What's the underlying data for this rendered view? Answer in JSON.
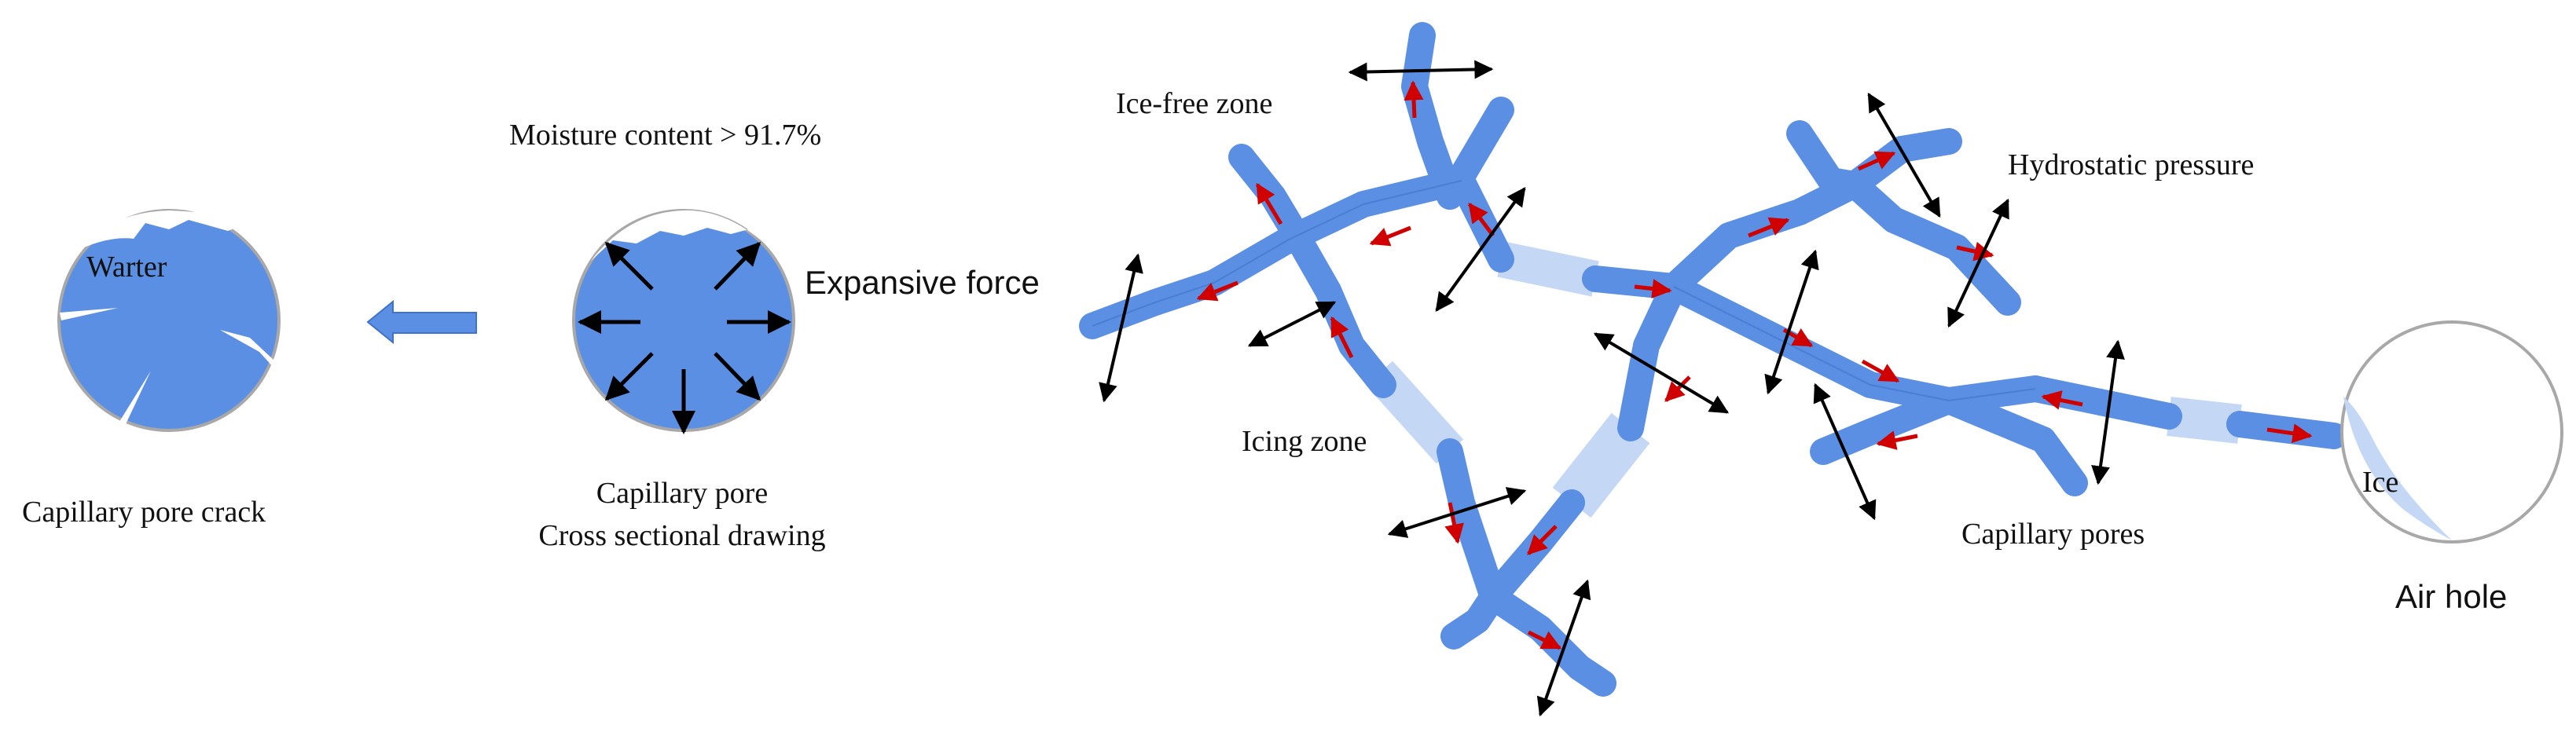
{
  "labels": {
    "water": "Warter",
    "capillary_pore_crack": "Capillary pore crack",
    "moisture_content": "Moisture content > 91.7%",
    "capillary_pore": "Capillary pore",
    "cross_sectional_drawing": "Cross sectional drawing",
    "expansive_force": "Expansive force",
    "ice_free_zone": "Ice-free zone",
    "icing_zone": "Icing zone",
    "hydrostatic_pressure": "Hydrostatic pressure",
    "capillary_pores": "Capillary pores",
    "ice": "Ice",
    "air_hole": "Air hole"
  },
  "colors": {
    "water_blue": "#5b8fe3",
    "water_edge": "#3f72c9",
    "ice_blue": "#c4d8f5",
    "flow_arrow": "#d00000",
    "force_arrow": "#000000",
    "air_hole_outline": "#a8a8a8"
  }
}
